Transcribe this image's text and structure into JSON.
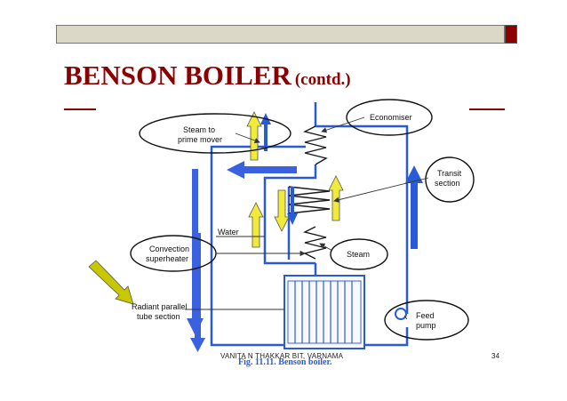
{
  "slide": {
    "title": "BENSON BOILER",
    "title_suffix": "(contd.)",
    "footer_credit": "VANITA N THAKKAR  BIT, VARNAMA",
    "page_number": "34"
  },
  "diagram": {
    "callouts": {
      "steam_to_prime_mover_line1": "Steam to",
      "steam_to_prime_mover_line2": "prime mover",
      "economiser": "Economiser",
      "transit_section_line1": "Transit",
      "transit_section_line2": "section",
      "convection_superheater_line1": "Convection",
      "convection_superheater_line2": "superheater",
      "steam": "Steam",
      "feed_pump_line1": "Feed",
      "feed_pump_line2": "pump"
    },
    "labels": {
      "water": "Water",
      "radiant_line1": "Radiant parallel",
      "radiant_line2": "tube section",
      "figure_caption": "Fig. 11.11. Benson boiler."
    },
    "colors": {
      "title": "#8b0000",
      "pipe": "#2a5bd7",
      "flow_arrow": "#3a62e0",
      "hint_arrow": "#f0ea3a",
      "pointer_arrow": "#c8c800"
    }
  }
}
